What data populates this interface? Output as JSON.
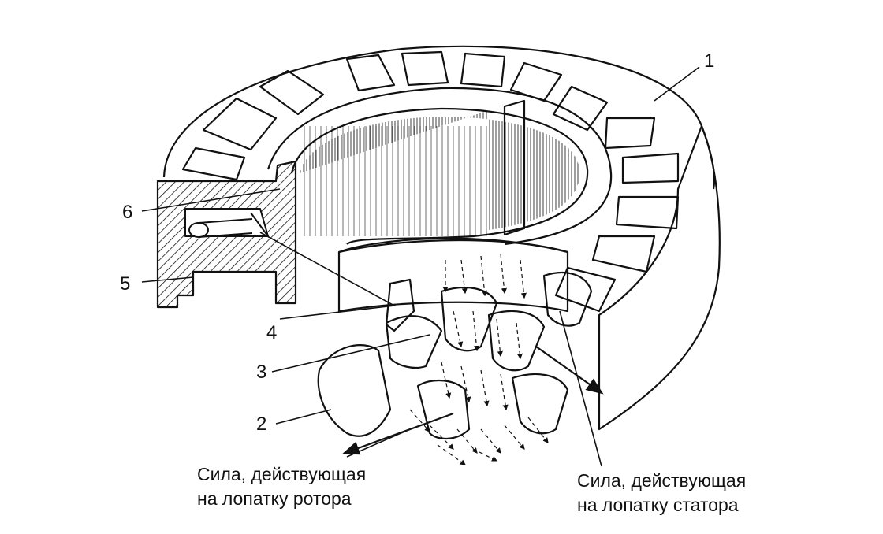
{
  "diagram": {
    "callouts": [
      {
        "id": "1",
        "label": "1"
      },
      {
        "id": "2",
        "label": "2"
      },
      {
        "id": "3",
        "label": "3"
      },
      {
        "id": "4",
        "label": "4"
      },
      {
        "id": "5",
        "label": "5"
      },
      {
        "id": "6",
        "label": "6"
      }
    ],
    "captions": {
      "rotor": {
        "line1": "Сила, действующая",
        "line2": "на лопатку ротора"
      },
      "stator": {
        "line1": "Сила, действующая",
        "line2": "на лопатку статора"
      }
    }
  }
}
